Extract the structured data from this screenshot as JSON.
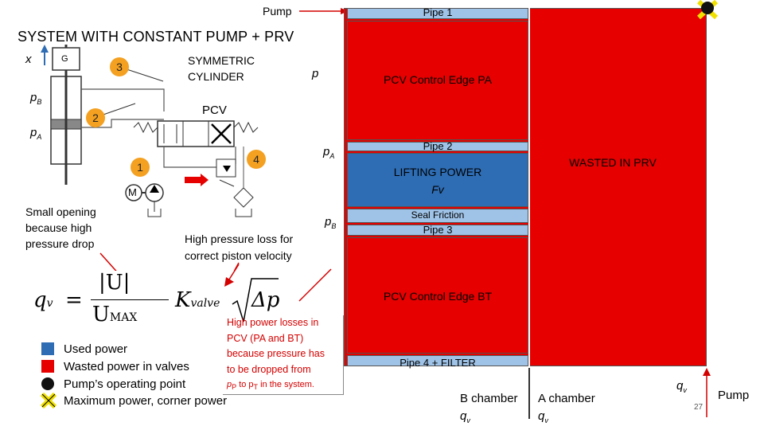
{
  "labels": {
    "pump_top": "Pump",
    "title": "SYSTEM WITH CONSTANT PUMP + PRV",
    "x": "x",
    "g": "G",
    "symmetric_cylinder": "SYMMETRIC\nCYLINDER",
    "p": "p",
    "p_b_left": "p",
    "p_b_left_sub": "B",
    "p_a_left": "p",
    "p_a_left_sub": "A",
    "pcv": "PCV",
    "motor": "M",
    "small_opening": "Small opening\nbecause high\npressure drop",
    "high_pressure_loss": "High pressure loss for\ncorrect piston velocity",
    "p_a_mid": "p",
    "p_a_mid_sub": "A",
    "p_b_mid": "p",
    "p_b_mid_sub": "B",
    "numbers": [
      "3",
      "2",
      "1",
      "4"
    ]
  },
  "formula": {
    "lhs": "q",
    "lhs_sub": "v",
    "eq": "=",
    "num": "|U|",
    "den": "U",
    "den_sub": "MAX",
    "k": "K",
    "k_sub": "valve",
    "root": "Δp"
  },
  "bars": {
    "pipe1": "Pipe 1",
    "pcv_pa": "PCV Control Edge PA",
    "pipe2": "Pipe 2",
    "lifting_power": "LIFTING POWER",
    "fv": "Fv",
    "seal_friction": "Seal Friction",
    "pipe3": "Pipe 3",
    "pcv_bt": "PCV Control Edge BT",
    "pipe4": "Pipe 4 + FILTER",
    "wasted_prv": "WASTED IN PRV"
  },
  "callout": {
    "line1": "High power losses in",
    "line2": "PCV (PA and BT)",
    "line3": "because pressure has",
    "line4": "to be dropped from",
    "line5_pre": "p",
    "line5_sub1": "P",
    "line5_mid": " to p",
    "line5_sub2": "T",
    "line5_post": " in the system."
  },
  "legend": [
    {
      "label": "Used power",
      "color": "#2e6db4"
    },
    {
      "label": "Wasted power in valves",
      "color": "#e60000"
    },
    {
      "label": "Pump’s operating point",
      "color": "#111111"
    },
    {
      "label": "Maximum power, corner power",
      "color": "#f0e000"
    }
  ],
  "axis": {
    "b_chamber": "B chamber",
    "a_chamber": "A chamber",
    "qv1": "q",
    "qv1_sub": "v",
    "qv2": "q",
    "qv2_sub": "v",
    "qv3": "q",
    "qv3_sub": "v",
    "pump_right": "Pump",
    "page": "27"
  },
  "colors": {
    "red": "#e60000",
    "blue": "#2e6db4",
    "lightblue": "#9fc3e7",
    "orange": "#f4a020",
    "yellow": "#f0e000"
  }
}
